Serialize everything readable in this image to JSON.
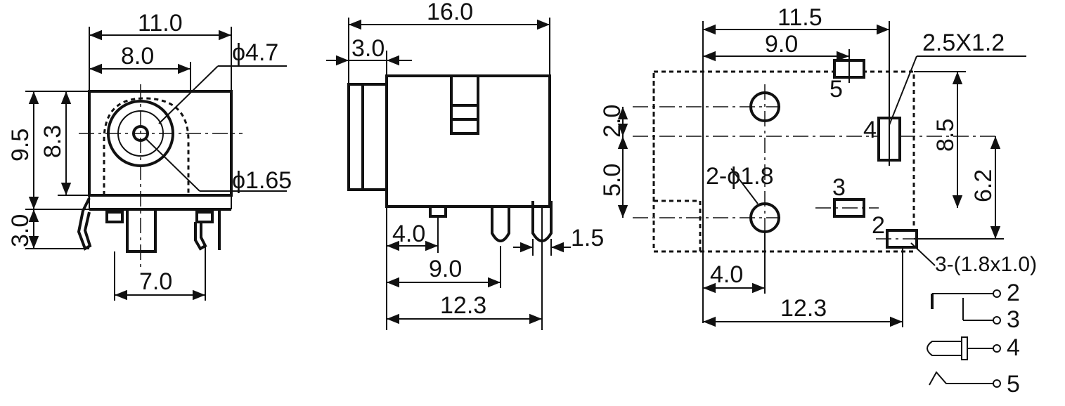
{
  "front_view": {
    "dim_width": "11.0",
    "dim_inner": "8.0",
    "dim_dia_outer": "ϕ4.7",
    "dim_height": "9.5",
    "dim_center": "8.3",
    "dim_dia_pin": "ϕ1.65",
    "dim_pin_len": "3.0",
    "dim_pin_span": "7.0"
  },
  "side_view": {
    "dim_length": "16.0",
    "dim_front": "3.0",
    "dim_pin1": "4.0",
    "dim_pin_w": "1.5",
    "dim_pin2": "9.0",
    "dim_body": "12.3"
  },
  "footprint": {
    "dim_total": "11.5",
    "dim_inner": "9.0",
    "dim_slot": "2.5X1.2",
    "dim_v1": "2.0",
    "dim_v2": "5.0",
    "dim_v3": "8.5",
    "dim_v4": "6.2",
    "hole_label": "2-ϕ1.8",
    "pad_label_5": "5",
    "pad_label_4": "4",
    "pad_label_3": "3",
    "pad_label_2": "2",
    "pad_spec": "3-(1.8x1.0)",
    "dim_left": "4.0",
    "dim_bottom": "12.3"
  },
  "schematic": {
    "pin_2": "2",
    "pin_3": "3",
    "pin_4": "4",
    "pin_5": "5"
  }
}
